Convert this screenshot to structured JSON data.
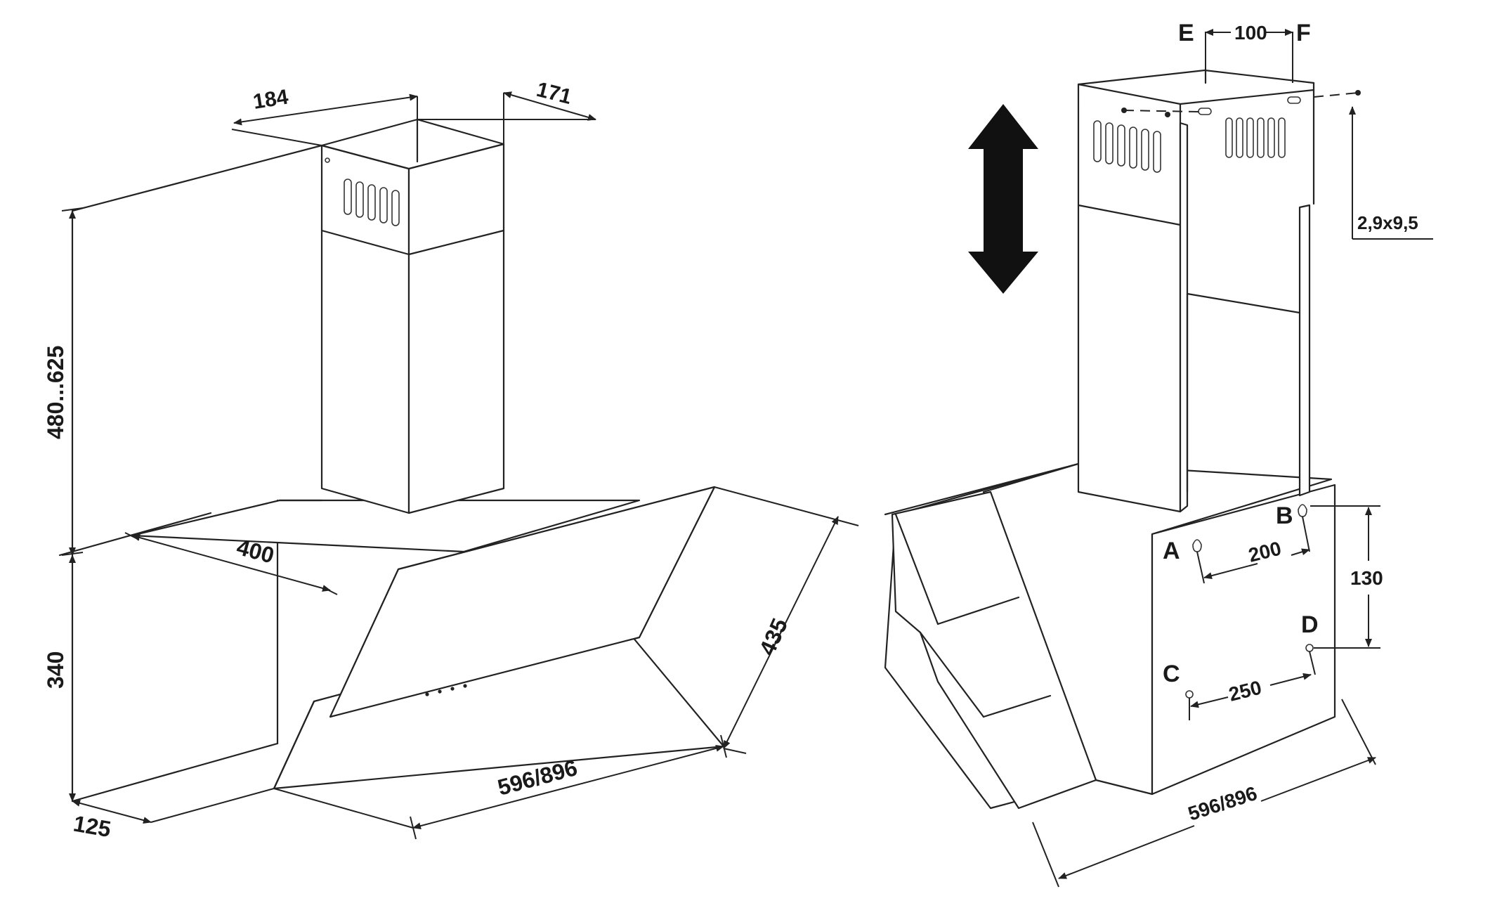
{
  "left_drawing": {
    "dimensions": {
      "chimney_depth": "184",
      "chimney_width": "171",
      "height_range": "480...625",
      "body_height": "340",
      "body_depth": "400",
      "glass_height": "435",
      "width": "596/896",
      "bottom_depth": "125"
    }
  },
  "right_drawing": {
    "dimensions": {
      "bracket_spacing": "100",
      "screw_size": "2,9x9,5",
      "hole_spacing_top": "200",
      "hole_vertical": "130",
      "hole_spacing_bottom": "250",
      "width": "596/896"
    },
    "points": {
      "a": "A",
      "b": "B",
      "c": "C",
      "d": "D",
      "e": "E",
      "f": "F"
    },
    "adjust_arrow": "double-arrow-vertical-icon"
  },
  "colors": {
    "line": "#222222",
    "background": "#ffffff"
  }
}
